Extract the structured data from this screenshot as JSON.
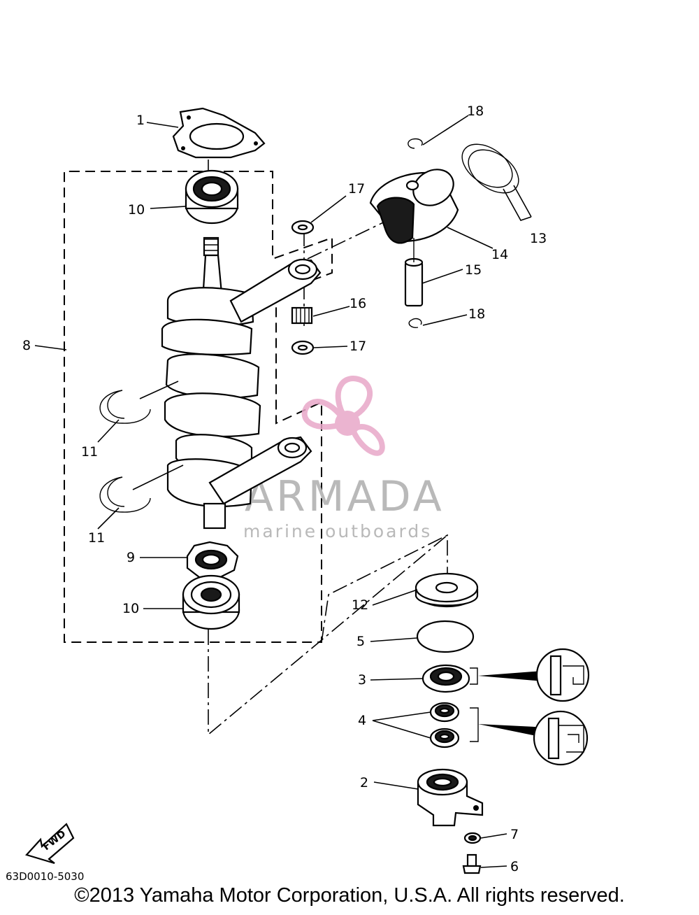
{
  "diagram": {
    "catalog_code": "63D0010-5030",
    "copyright": "©2013 Yamaha Motor Corporation, U.S.A. All rights reserved.",
    "fwd_label": "FWD",
    "watermark": {
      "brand": "ARMADA",
      "tagline": "marine outboards"
    },
    "parts": [
      {
        "id": "p1",
        "number": "1"
      },
      {
        "id": "p2",
        "number": "2"
      },
      {
        "id": "p3",
        "number": "3"
      },
      {
        "id": "p4",
        "number": "4"
      },
      {
        "id": "p5",
        "number": "5"
      },
      {
        "id": "p6",
        "number": "6"
      },
      {
        "id": "p7",
        "number": "7"
      },
      {
        "id": "p8",
        "number": "8"
      },
      {
        "id": "p9",
        "number": "9"
      },
      {
        "id": "p10a",
        "number": "10"
      },
      {
        "id": "p10b",
        "number": "10"
      },
      {
        "id": "p11a",
        "number": "11"
      },
      {
        "id": "p11b",
        "number": "11"
      },
      {
        "id": "p12",
        "number": "12"
      },
      {
        "id": "p13",
        "number": "13"
      },
      {
        "id": "p14",
        "number": "14"
      },
      {
        "id": "p15",
        "number": "15"
      },
      {
        "id": "p16",
        "number": "16"
      },
      {
        "id": "p17a",
        "number": "17"
      },
      {
        "id": "p17b",
        "number": "17"
      },
      {
        "id": "p18a",
        "number": "18"
      },
      {
        "id": "p18b",
        "number": "18"
      }
    ],
    "colors": {
      "watermark_pink": "#e8a7c8",
      "watermark_gray": "#b9b9b9",
      "ink": "#000000"
    }
  }
}
